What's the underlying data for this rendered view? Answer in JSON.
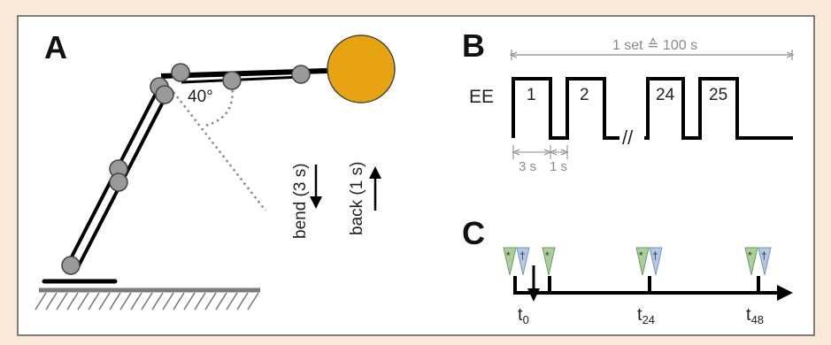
{
  "panels": {
    "a": {
      "letter": "A",
      "angle_label": "40°",
      "bend_label": "bend (3 s)",
      "back_label": "back (1 s)"
    },
    "b": {
      "letter": "B",
      "row_label": "EE",
      "set_label": "1 set ≙ 100 s",
      "pulse_labels": [
        "1",
        "2",
        "24",
        "25"
      ],
      "duration_labels": [
        "3 s",
        "1 s"
      ]
    },
    "c": {
      "letter": "C",
      "time_labels": [
        {
          "base": "t",
          "sub": "0"
        },
        {
          "base": "t",
          "sub": "24"
        },
        {
          "base": "t",
          "sub": "48"
        }
      ],
      "marker_symbols": {
        "green": "*",
        "blue": "†"
      }
    }
  },
  "colors": {
    "background": "#fbe9d8",
    "frame_border": "#555555",
    "weight": "#e8a312",
    "joint": "#9a9a9a",
    "ground": "#7a7a7a",
    "green_marker": "#a9cf9a",
    "blue_marker": "#b3c8e6"
  }
}
